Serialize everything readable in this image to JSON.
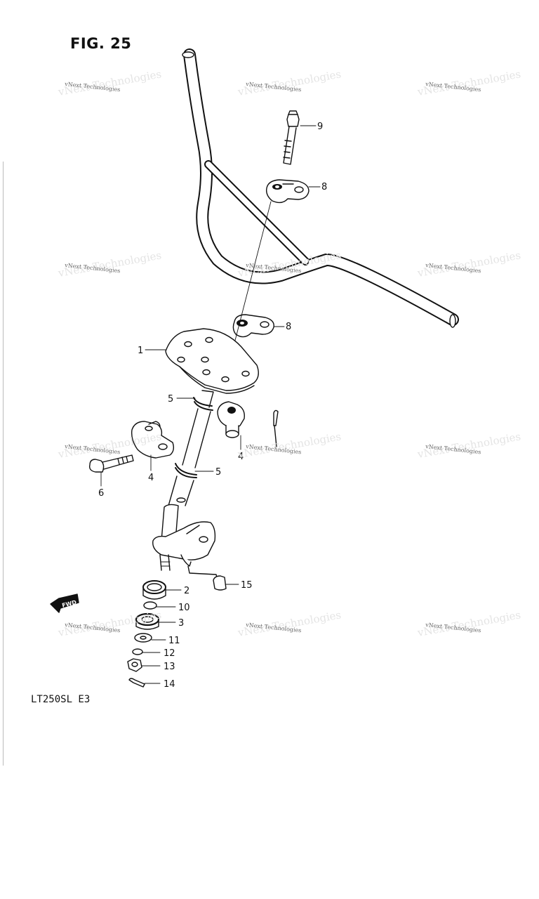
{
  "header": {
    "figure_label": "FIG. 25"
  },
  "footer": {
    "model_code": "LT250SL  E3"
  },
  "direction_badge": {
    "text": "FWD"
  },
  "watermark": {
    "text": "vNext Technologies"
  },
  "callouts": [
    "1",
    "2",
    "3",
    "4",
    "4",
    "5",
    "5",
    "6",
    "8",
    "8",
    "9",
    "10",
    "11",
    "12",
    "13",
    "14",
    "15"
  ]
}
